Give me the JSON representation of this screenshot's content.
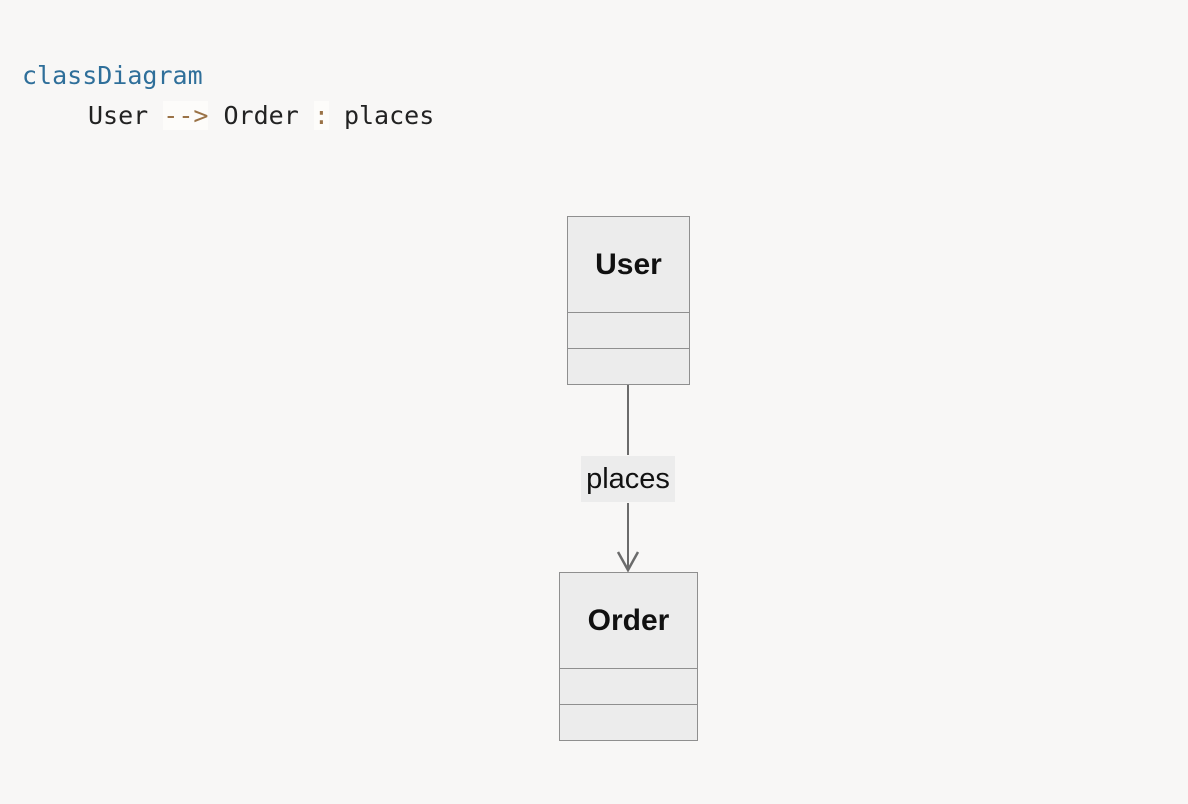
{
  "code": {
    "keyword": "classDiagram",
    "source_class": "User",
    "arrow": "-->",
    "target_class": "Order",
    "separator": ":",
    "relation_label": "places"
  },
  "diagram": {
    "classes": [
      {
        "name": "User"
      },
      {
        "name": "Order"
      }
    ],
    "relation": {
      "from": "User",
      "to": "Order",
      "label": "places",
      "type": "directed-association"
    }
  },
  "colors": {
    "background": "#f8f7f6",
    "keyword": "#2f6f9a",
    "arrow_operator": "#9a7246",
    "class_fill": "#ececec",
    "class_border": "#8f8f8f",
    "edge": "#6b6b6b"
  }
}
